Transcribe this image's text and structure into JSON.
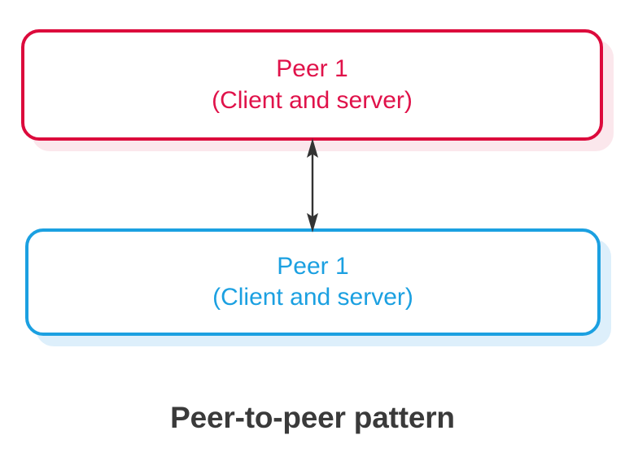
{
  "diagram": {
    "caption": "Peer-to-peer pattern",
    "caption_color": "#3A3A3A",
    "background": "#FFFFFF",
    "nodes": [
      {
        "id": "peer-a",
        "title": "Peer 1",
        "subtitle": "(Client and server)",
        "accent": "#DC0A3C",
        "text_color": "#E0124A",
        "shadow_color": "#FBE7EC"
      },
      {
        "id": "peer-b",
        "title": "Peer 1",
        "subtitle": "(Client and server)",
        "accent": "#1BA0E1",
        "text_color": "#1BA0E1",
        "shadow_color": "#DDEFFB"
      }
    ],
    "connector": {
      "kind": "double-headed-arrow",
      "direction": "vertical",
      "color": "#333333",
      "from": "peer-a",
      "to": "peer-b"
    }
  }
}
